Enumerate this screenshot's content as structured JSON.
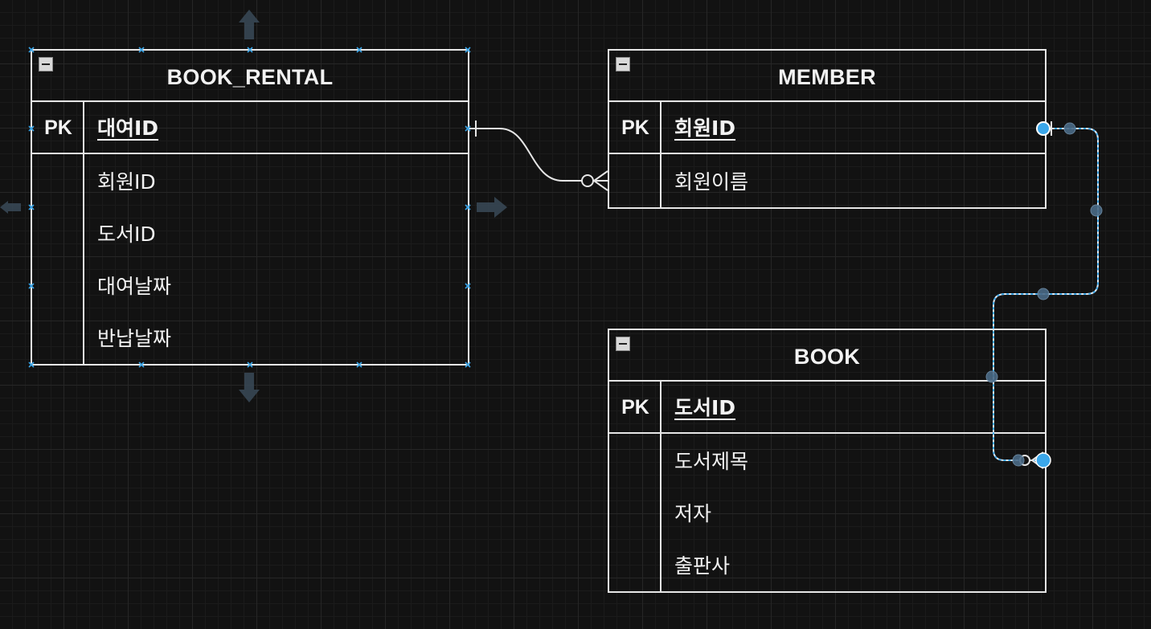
{
  "tables": {
    "book_rental": {
      "title": "BOOK_RENTAL",
      "pk_label": "PK",
      "pk_field": "대여ID",
      "fields": [
        "회원ID",
        "도서ID",
        "대여날짜",
        "반납날짜"
      ]
    },
    "member": {
      "title": "MEMBER",
      "pk_label": "PK",
      "pk_field": "회원ID",
      "fields": [
        "회원이름"
      ]
    },
    "book": {
      "title": "BOOK",
      "pk_label": "PK",
      "pk_field": "도서ID",
      "fields": [
        "도서제목",
        "저자",
        "출판사"
      ]
    }
  },
  "relationships": [
    {
      "from": "BOOK_RENTAL",
      "from_cardinality": "one",
      "to": "MEMBER",
      "to_cardinality": "zero-or-many",
      "selected": false
    },
    {
      "from": "MEMBER",
      "from_cardinality": "one",
      "to": "BOOK",
      "to_cardinality": "zero-or-many",
      "selected": true
    }
  ],
  "colors": {
    "background": "#121212",
    "line": "#e6e6e6",
    "selection": "#3ba7ea",
    "handle": "#4a6a86"
  },
  "icons": [
    "collapse-icon",
    "arrow-up-icon",
    "arrow-down-icon",
    "arrow-left-icon",
    "arrow-right-icon"
  ]
}
